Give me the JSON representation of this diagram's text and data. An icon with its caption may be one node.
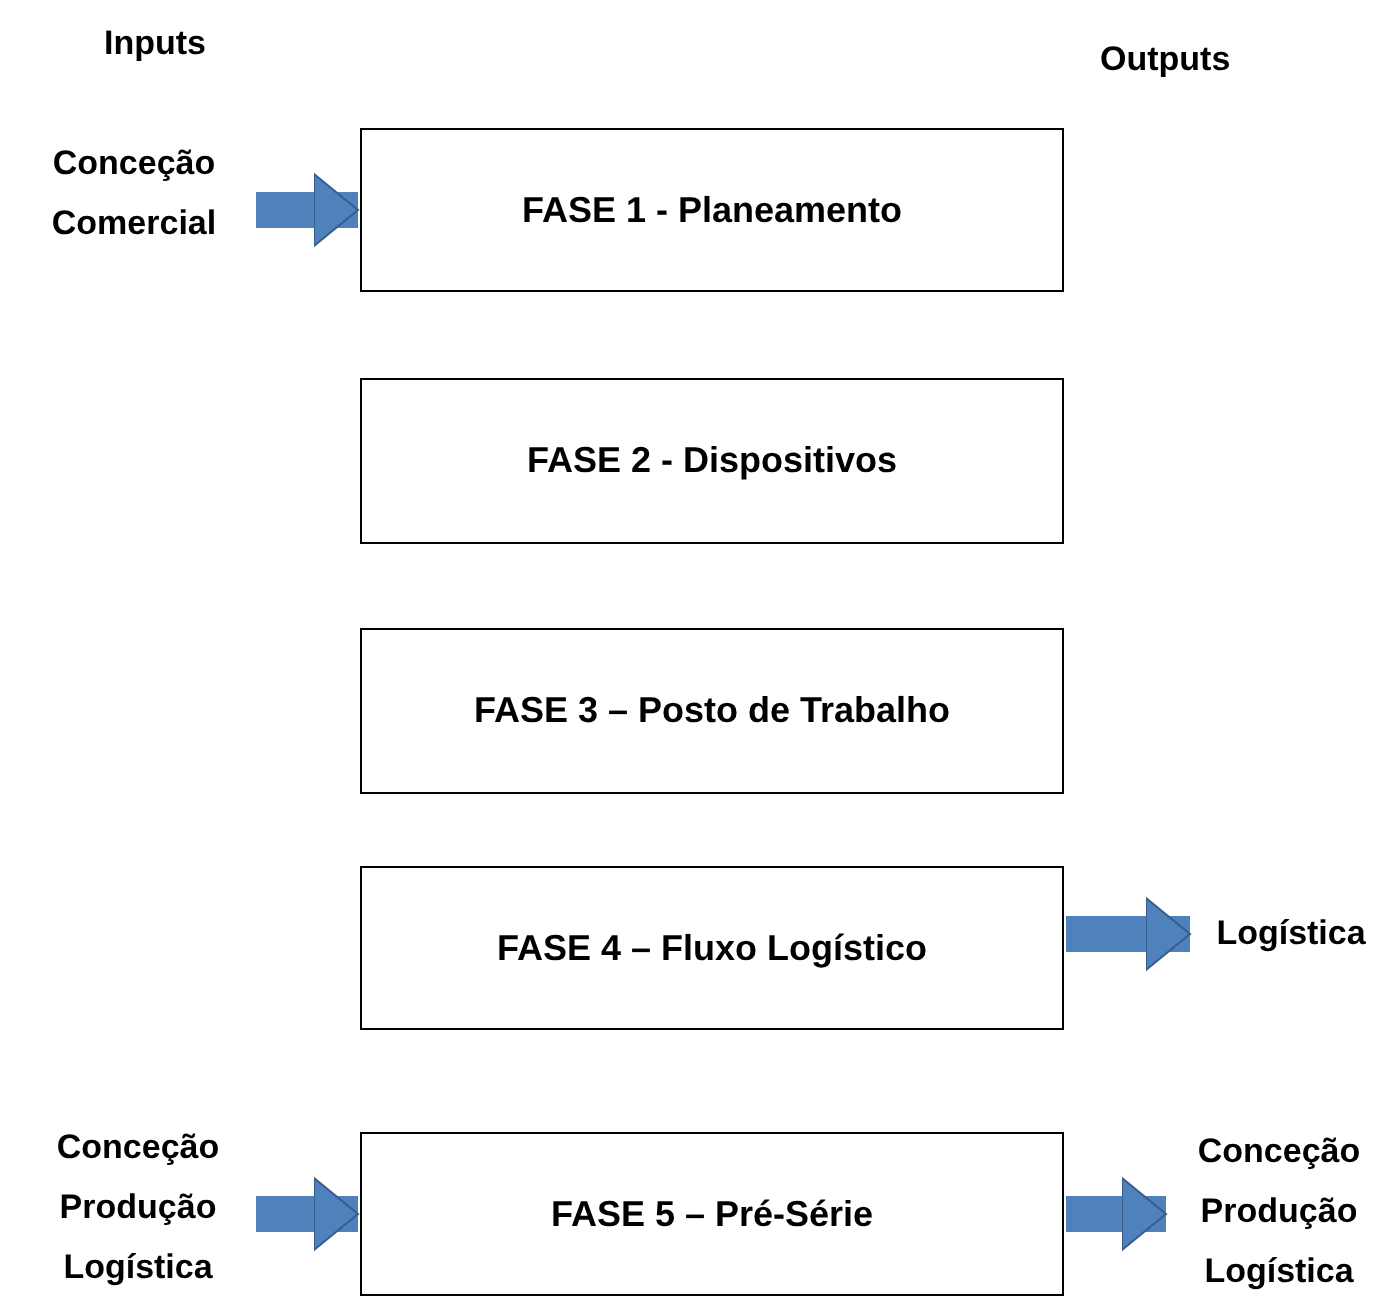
{
  "diagram": {
    "nodes": [
      {
        "text": [
          "Conceção Comercial"
        ]
      },
      {
        "text": [
          "FASE 1 - Planeamento"
        ]
      },
      {
        "text": [
          "FASE 2 - Dispositivos"
        ]
      },
      {
        "text": [
          "FASE 3 – Posto de Trabalho"
        ]
      },
      {
        "text": [
          "FASE 4 – Fluxo Logístico"
        ]
      },
      {
        "text": [
          "Logística"
        ]
      },
      {
        "text": [
          "Conceção Produção Logística"
        ]
      },
      {
        "text": [
          "FASE 5 – Pré-Série"
        ]
      },
      {
        "text": [
          "Conceção Produção Logística"
        ]
      }
    ],
    "edges": [
      {
        "from": 0,
        "to": 1,
        "arrow": "to"
      },
      {
        "from": 4,
        "to": 5,
        "arrow": "to"
      },
      {
        "from": 6,
        "to": 7,
        "arrow": "to"
      },
      {
        "from": 7,
        "to": 8,
        "arrow": "to"
      }
    ],
    "labels": [
      "Inputs",
      "Outputs"
    ]
  }
}
